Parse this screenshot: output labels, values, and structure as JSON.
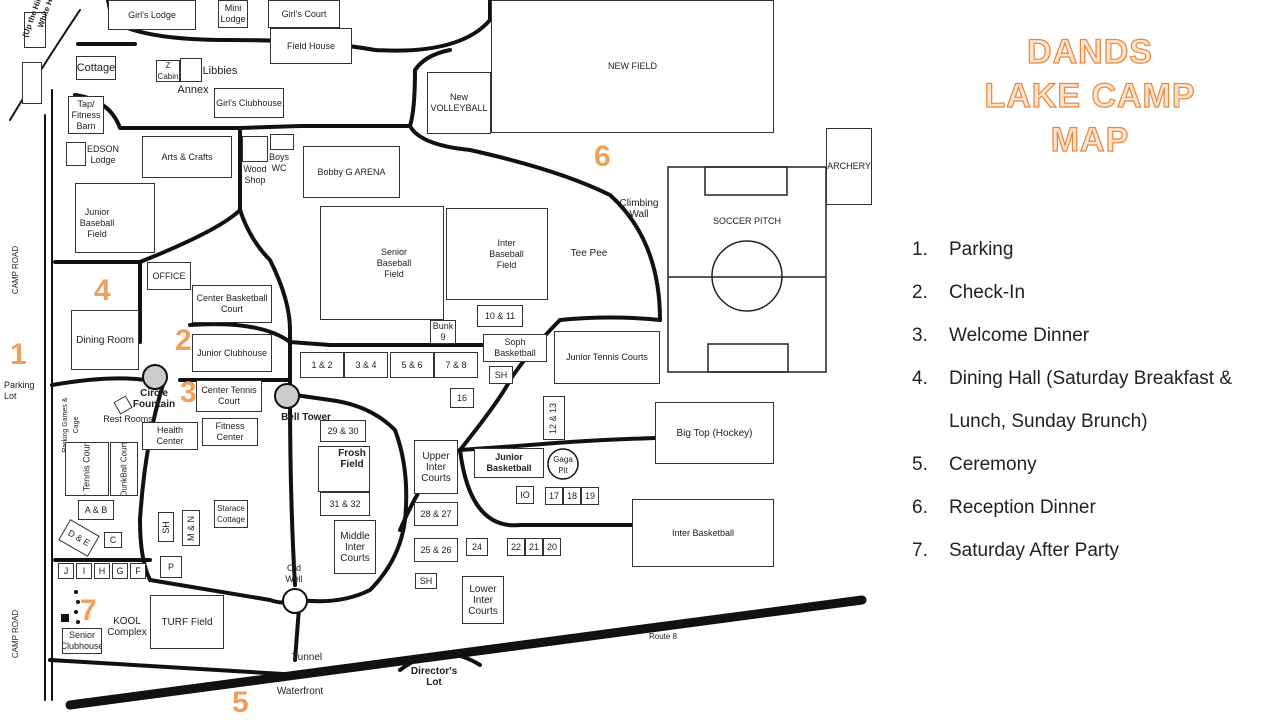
{
  "title_lines": [
    "DANDS",
    "LAKE CAMP",
    "MAP"
  ],
  "legend": [
    {
      "n": "1.",
      "text": "Parking"
    },
    {
      "n": "2.",
      "text": "Check-In"
    },
    {
      "n": "3.",
      "text": "Welcome Dinner"
    },
    {
      "n": "4.",
      "text": "Dining Hall (Saturday Breakfast & Lunch, Sunday Brunch)"
    },
    {
      "n": "5.",
      "text": "Ceremony"
    },
    {
      "n": "6.",
      "text": "Reception Dinner"
    },
    {
      "n": "7.",
      "text": "Saturday After Party"
    }
  ],
  "markers": [
    "1",
    "2",
    "3",
    "4",
    "5",
    "6",
    "7"
  ],
  "labels": {
    "girls_lodge": "Girl's Lodge",
    "mini_lodge": "Mini Lodge",
    "girls_court": "Girl's Court",
    "field_house": "Field House",
    "new_field": "NEW FIELD",
    "dands_up": "(Up the Hill)",
    "dands_white": "Dandy & White House)",
    "cottage": "Cottage",
    "z_cabin": "Z Cabin",
    "libbies": "Libbies",
    "annex": "Annex",
    "girls_clubhouse": "Girl's Clubhouse",
    "new_volleyball": "New VOLLEYBALL",
    "tap_fitness": "Tap/ Fitness Barn",
    "edson_lodge": "EDSON Lodge",
    "arts_crafts": "Arts & Crafts",
    "wood_shop": "Wood Shop",
    "boys_wc": "Boys WC",
    "bobby_g": "Bobby G ARENA",
    "archery": "ARCHERY",
    "soccer_pitch": "SOCCER PITCH",
    "climbing_wall": "Climbing Wall",
    "tee_pee": "Tee Pee",
    "junior_baseball": "Junior Baseball Field",
    "senior_baseball": "Senior Baseball Field",
    "inter_baseball": "Inter Baseball Field",
    "office": "OFFICE",
    "center_basketball": "Center Basketball Court",
    "ten_eleven": "10 & 11",
    "bunk9": "Bunk 9",
    "dining_room": "Dining Room",
    "junior_clubhouse": "Junior Clubhouse",
    "soph_basketball": "Soph Basketball",
    "junior_tennis": "Junior Tennis Courts",
    "one_two": "1 & 2",
    "three_four": "3 & 4",
    "five_six": "5 & 6",
    "seven_eight": "7 & 8",
    "sh": "SH",
    "camp_road": "CAMP ROAD",
    "parking_lot": "Parking Lot",
    "circle_fountain": "Circle Fountain",
    "center_tennis": "Center Tennis Court",
    "bell_tower": "Bell Tower",
    "sixteen": "16",
    "twelve_thirteen": "12 & 13",
    "big_top": "Big Top (Hockey)",
    "parking_games": "Parking Games & Cage",
    "rest_rooms": "Rest Rooms",
    "health_center": "Health Center",
    "fitness_center": "Fitness Center",
    "twentynine_thirty": "29 & 30",
    "frosh_field": "Frosh Field",
    "upper_inter": "Upper Inter Courts",
    "junior_basketball": "Junior Basketball",
    "gaga_pit": "Gaga Pit",
    "sr_tennis": "Sr Tennis Courts",
    "dunkball": "DunkBall Court",
    "io": "IO",
    "seventeen": "17",
    "eighteen": "18",
    "nineteen": "19",
    "thirtyone_thirtytwo": "31 & 32",
    "ab": "A & B",
    "starace": "Starace Cottage",
    "twentyeight_twentyseven": "28 & 27",
    "inter_basketball": "Inter Basketball",
    "de": "D & E",
    "c": "C",
    "mn": "M & N",
    "middle_inter": "Middle Inter Courts",
    "twentyfive_twentysix": "25 & 26",
    "twentyfour": "24",
    "twentytwo": "22",
    "twentyone": "21",
    "twenty": "20",
    "j": "J",
    "i": "I",
    "h": "H",
    "g": "G",
    "f": "F",
    "p": "P",
    "old_well": "Old Well",
    "lower_inter": "Lower Inter Courts",
    "kool_complex": "KOOL Complex",
    "turf_field": "TURF Field",
    "route8": "Route 8",
    "senior_clubhouse": "Senior Clubhouse",
    "tunnel": "Tunnel",
    "directors_lot": "Director's Lot",
    "waterfront": "Waterfront"
  }
}
